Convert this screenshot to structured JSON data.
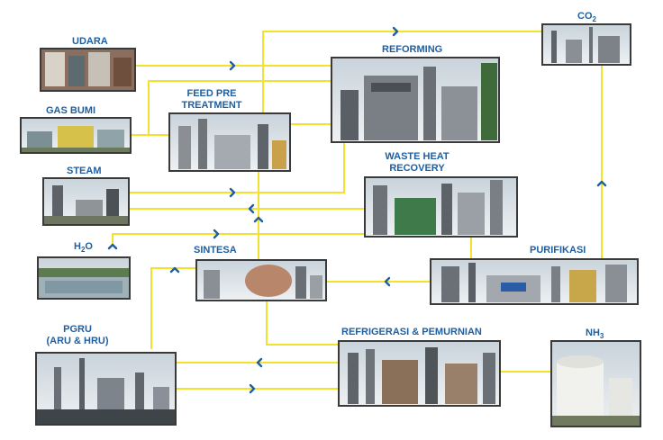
{
  "nodes": {
    "udara": {
      "label": "UDARA"
    },
    "gas_bumi": {
      "label": "GAS BUMI"
    },
    "steam": {
      "label": "STEAM"
    },
    "h2o": {
      "label_main": "H",
      "label_sub": "2",
      "label_end": "O"
    },
    "pgru": {
      "label_line1": "PGRU",
      "label_line2": "(ARU & HRU)"
    },
    "feed_pre_treatment": {
      "label_line1": "FEED PRE",
      "label_line2": "TREATMENT"
    },
    "reforming": {
      "label": "REFORMING"
    },
    "co2": {
      "label_main": "CO",
      "label_sub": "2"
    },
    "waste_heat_recovery": {
      "label_line1": "WASTE HEAT",
      "label_line2": "RECOVERY"
    },
    "sintesa": {
      "label": "SINTESA"
    },
    "purifikasi": {
      "label": "PURIFIKASI"
    },
    "refrigerasi": {
      "label": "REFRIGERASI & PEMURNIAN"
    },
    "nh3": {
      "label_main": "NH",
      "label_sub": "3"
    }
  },
  "colors": {
    "line": "#f2e22c",
    "arrow": "#1f5fa0",
    "label": "#1f5fa0",
    "frame": "#3a3a3a"
  }
}
